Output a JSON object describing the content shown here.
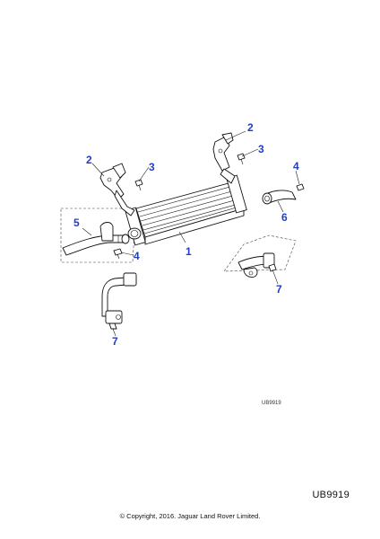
{
  "diagram": {
    "callouts": [
      {
        "id": "c1",
        "label": "1"
      },
      {
        "id": "c2a",
        "label": "2"
      },
      {
        "id": "c2b",
        "label": "2"
      },
      {
        "id": "c3a",
        "label": "3"
      },
      {
        "id": "c3b",
        "label": "3"
      },
      {
        "id": "c4a",
        "label": "4"
      },
      {
        "id": "c4b",
        "label": "4"
      },
      {
        "id": "c5",
        "label": "5"
      },
      {
        "id": "c6",
        "label": "6"
      },
      {
        "id": "c7a",
        "label": "7"
      },
      {
        "id": "c7b",
        "label": "7"
      }
    ],
    "ref_small": "UB9919",
    "ref_large": "UB9919",
    "copyright": "© Copyright, 2016. Jaguar Land Rover Limited.",
    "accent_color": "#1f3ec8"
  }
}
